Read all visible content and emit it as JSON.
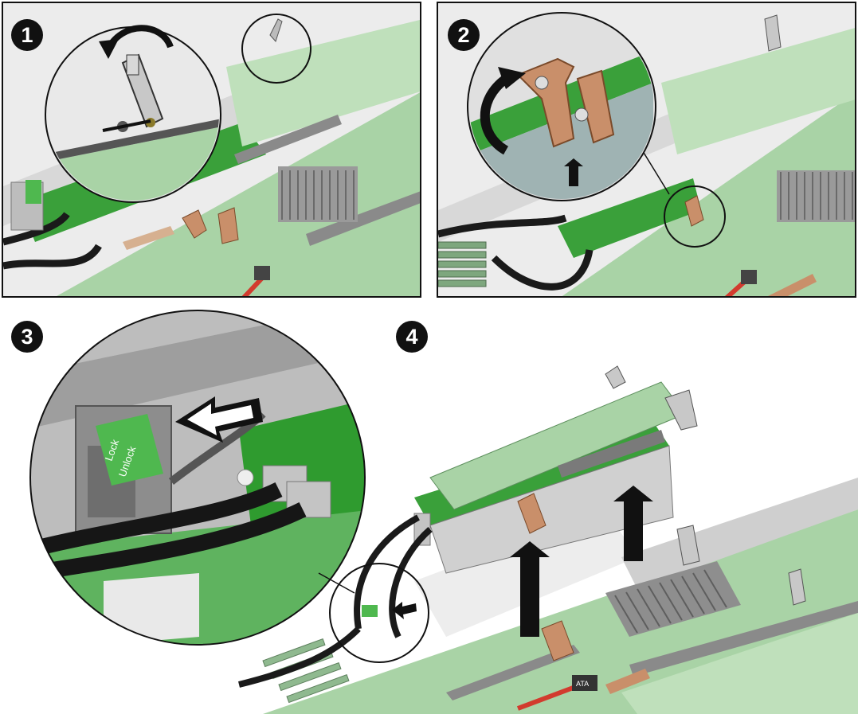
{
  "steps": [
    {
      "number": "1"
    },
    {
      "number": "2"
    },
    {
      "number": "3"
    },
    {
      "number": "4"
    }
  ],
  "latch_tab": {
    "lock_label": "Lock",
    "unlock_label": "Unlock"
  },
  "connector_label": "ATA",
  "colors": {
    "board_green": "#a9d3a6",
    "pcb_green": "#3aa03a",
    "latch_copper": "#c98f6a",
    "heatsink_gray": "#8a8a8a",
    "chassis_gray": "#c8c8c8",
    "cable_black": "#1a1a1a",
    "sata_red": "#d23b2e",
    "lock_tab_green": "#4fb84f"
  }
}
